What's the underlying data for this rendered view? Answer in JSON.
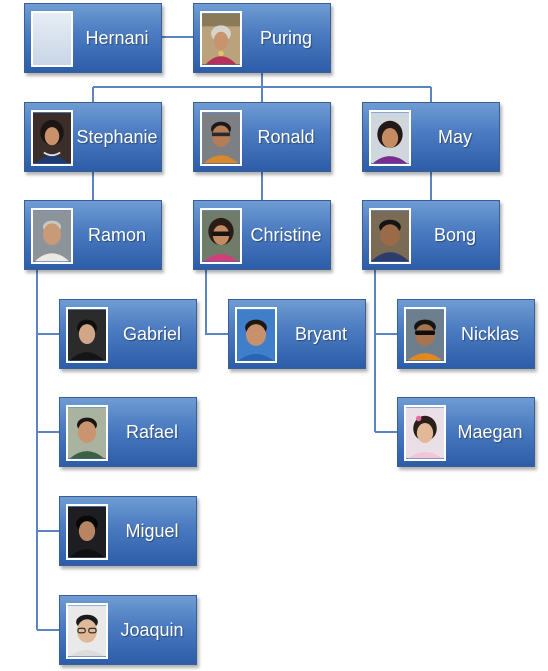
{
  "nodes": {
    "hernani": {
      "name": "Hernani"
    },
    "puring": {
      "name": "Puring"
    },
    "stephanie": {
      "name": "Stephanie"
    },
    "ronald": {
      "name": "Ronald"
    },
    "may": {
      "name": "May"
    },
    "ramon": {
      "name": "Ramon"
    },
    "christine": {
      "name": "Christine"
    },
    "bong": {
      "name": "Bong"
    },
    "gabriel": {
      "name": "Gabriel"
    },
    "rafael": {
      "name": "Rafael"
    },
    "miguel": {
      "name": "Miguel"
    },
    "joaquin": {
      "name": "Joaquin"
    },
    "bryant": {
      "name": "Bryant"
    },
    "nicklas": {
      "name": "Nicklas"
    },
    "maegan": {
      "name": "Maegan"
    }
  },
  "colors": {
    "box_fill": "#4a7ac0",
    "box_border": "#3a5f95",
    "connector": "#5b84c2",
    "text": "#ffffff"
  }
}
